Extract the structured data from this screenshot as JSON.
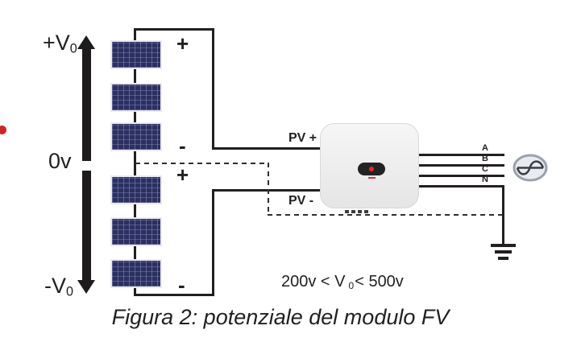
{
  "diagram": {
    "axis": {
      "plus": {
        "main": "+V",
        "sub": "0"
      },
      "zero": "0v",
      "minus": {
        "main": "-V",
        "sub": "0"
      }
    },
    "polarity": {
      "top_plus": "+",
      "mid_minus": "-",
      "mid_plus": "+",
      "bottom_minus": "-"
    },
    "dc": {
      "pv_plus": "PV +",
      "pv_minus": "PV -"
    },
    "ac": {
      "lines": [
        {
          "label": "A"
        },
        {
          "label": "B"
        },
        {
          "label": "C"
        },
        {
          "label": "N"
        }
      ]
    },
    "voltage_range": {
      "prefix": "200v < V",
      "sub": "0",
      "suffix": "< 500v"
    },
    "caption": "Figura 2: potenziale del modulo FV",
    "colors": {
      "wire": "#231f20",
      "panel_cell": "#2b3060",
      "panel_frame": "#e9e9f1",
      "inverter_body": "#efefef",
      "display": "#232323",
      "logo_red": "#e32b2b",
      "accent_dot": "#ce2525",
      "ac_symbol_stroke": "#9aa1ab"
    }
  }
}
